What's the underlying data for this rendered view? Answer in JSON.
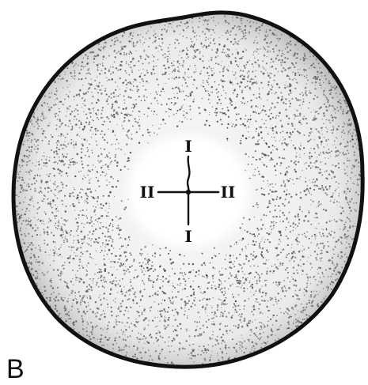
{
  "figure": {
    "panel_label": "B",
    "axis_labels": {
      "top": "I",
      "bottom": "I",
      "left": "II",
      "right": "II"
    },
    "colors": {
      "ink": "#111111",
      "stipple": "#1a1a1a",
      "background": "#ffffff"
    }
  }
}
